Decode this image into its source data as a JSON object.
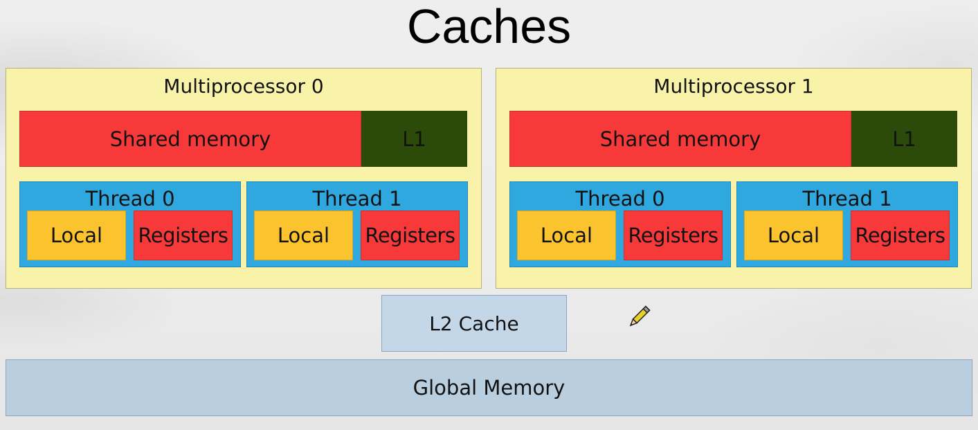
{
  "title": "Caches",
  "multiprocessors": [
    {
      "label": "Multiprocessor 0",
      "shared_memory": "Shared memory",
      "l1": "L1",
      "threads": [
        {
          "label": "Thread 0",
          "local": "Local",
          "registers": "Registers"
        },
        {
          "label": "Thread 1",
          "local": "Local",
          "registers": "Registers"
        }
      ]
    },
    {
      "label": "Multiprocessor 1",
      "shared_memory": "Shared memory",
      "l1": "L1",
      "threads": [
        {
          "label": "Thread 0",
          "local": "Local",
          "registers": "Registers"
        },
        {
          "label": "Thread 1",
          "local": "Local",
          "registers": "Registers"
        }
      ]
    }
  ],
  "l2_cache": "L2 Cache",
  "global_memory": "Global Memory",
  "cursor_icon": "pencil-icon",
  "colors": {
    "multiprocessor_bg": "#f8f3a8",
    "shared_memory": "#f8393a",
    "l1": "#2c4a0a",
    "thread": "#2fa8e0",
    "local": "#fbc32e",
    "registers": "#f8393a",
    "l2_cache": "#c3d7e8",
    "global_memory": "#b9cfe0"
  }
}
